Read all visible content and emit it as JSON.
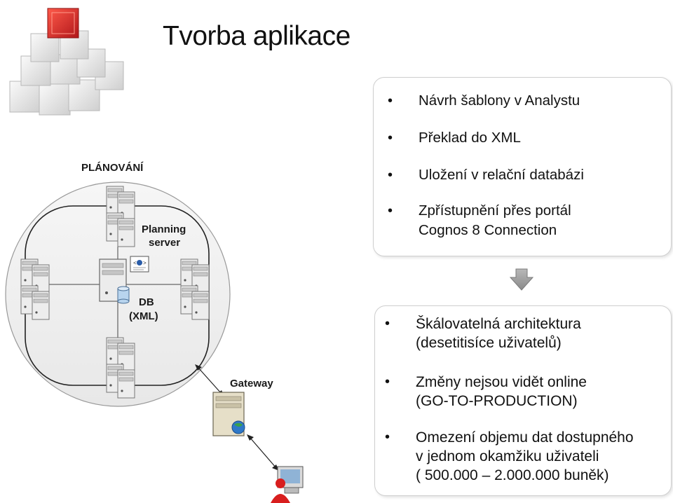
{
  "title": "Tvorba aplikace",
  "diagram": {
    "heading": "PLÁNOVÁNÍ",
    "planning_server_line1": "Planning",
    "planning_server_line2": "server",
    "db_line1": "DB",
    "db_line2": "(XML)",
    "gateway": "Gateway"
  },
  "box1": {
    "items": [
      "Návrh šablony v Analystu",
      "Překlad do XML",
      "Uložení v relační databázi"
    ],
    "item4_line1": "Zpřístupnění přes portál",
    "item4_line2": "Cognos 8 Connection"
  },
  "box2": {
    "item1_line1": "Škálovatelná architektura",
    "item1_line2": "(desetitisíce uživatelů)",
    "item2_line1": "Změny nejsou vidět online",
    "item2_line2": "(GO-TO-PRODUCTION)",
    "item3_line1": "Omezení objemu dat dostupného",
    "item3_line2": "v jednom okamžiku uživateli",
    "item3_line3": "( 500.000 – 2.000.000 buněk)"
  },
  "colors": {
    "red_block": "#e0242a",
    "circle_bg": "#f0f0f0",
    "person": "#d81e1e",
    "arrow": "#9a9a9a"
  }
}
